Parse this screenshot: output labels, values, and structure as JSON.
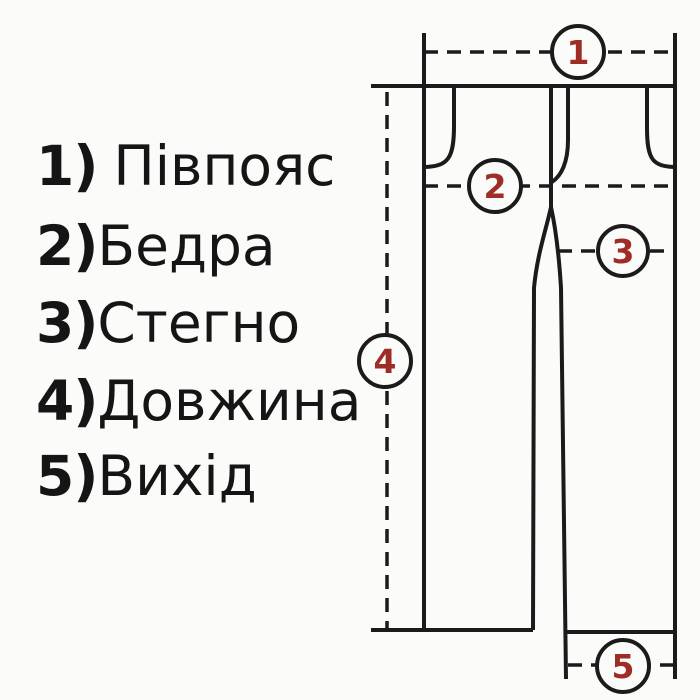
{
  "colors": {
    "bg": "#fbfbfa",
    "line": "#1b1b1b",
    "number": "#9e2d26",
    "text": "#151515"
  },
  "legend": {
    "items": [
      {
        "num": "1)",
        "label": "Півпояс"
      },
      {
        "num": "2)",
        "label": "Бедра"
      },
      {
        "num": "3)",
        "label": "Стегно"
      },
      {
        "num": "4)",
        "label": "Довжина"
      },
      {
        "num": "5)",
        "label": "Вихід"
      }
    ]
  },
  "diagram": {
    "markers": [
      {
        "number": "1"
      },
      {
        "number": "2"
      },
      {
        "number": "3"
      },
      {
        "number": "4"
      },
      {
        "number": "5"
      }
    ]
  }
}
